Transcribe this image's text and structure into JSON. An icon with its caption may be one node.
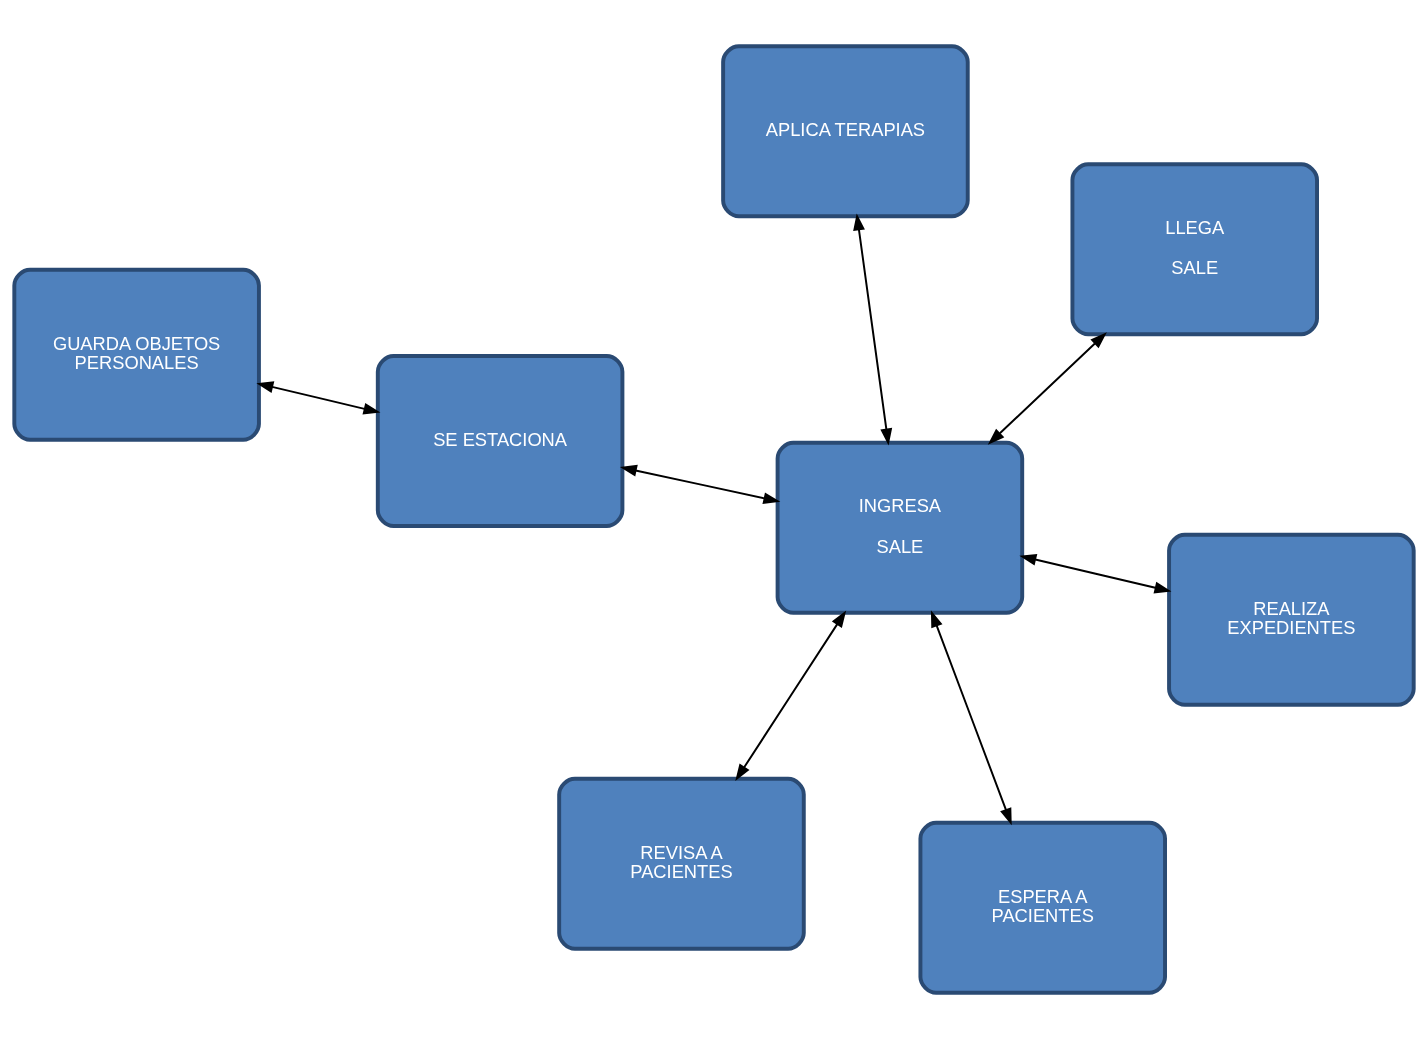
{
  "diagram": {
    "nodes": [
      {
        "text": [
          "GUARDA OBJETOS PERSONALES"
        ]
      },
      {
        "text": [
          "LLEGA",
          "SALE"
        ]
      },
      {
        "text": [
          "ESPERA A PACIENTES"
        ]
      },
      {
        "text": [
          "INGRESA",
          "SALE"
        ]
      },
      {
        "text": [
          "SE ESTACIONA"
        ]
      },
      {
        "text": [
          "APLICA TERAPIAS"
        ]
      },
      {
        "text": [
          "REVISA A PACIENTES"
        ]
      },
      {
        "text": [
          "REALIZA EXPEDIENTES"
        ]
      }
    ],
    "edges": [
      {
        "from": 4,
        "to": 0,
        "arrow": "both"
      },
      {
        "from": 3,
        "to": 1,
        "arrow": "both"
      },
      {
        "from": 3,
        "to": 2,
        "arrow": "both"
      },
      {
        "from": 4,
        "to": 3,
        "arrow": "both"
      },
      {
        "from": 6,
        "to": 3,
        "arrow": "both"
      },
      {
        "from": 7,
        "to": 3,
        "arrow": "both"
      },
      {
        "from": 5,
        "to": 3,
        "arrow": "both"
      }
    ]
  }
}
